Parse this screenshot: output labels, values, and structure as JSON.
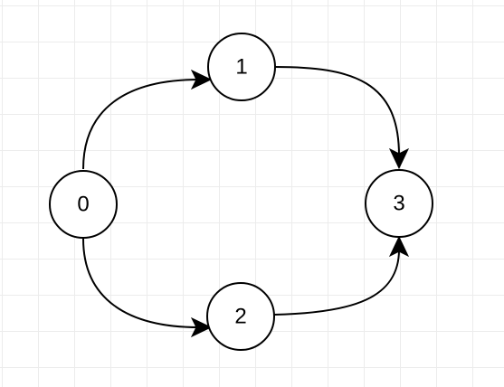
{
  "diagram": {
    "type": "directed-graph",
    "nodes": [
      {
        "id": "0",
        "label": "0"
      },
      {
        "id": "1",
        "label": "1"
      },
      {
        "id": "2",
        "label": "2"
      },
      {
        "id": "3",
        "label": "3"
      }
    ],
    "edges": [
      {
        "from": "0",
        "to": "1"
      },
      {
        "from": "0",
        "to": "2"
      },
      {
        "from": "1",
        "to": "3"
      },
      {
        "from": "2",
        "to": "3"
      }
    ],
    "colors": {
      "stroke": "#000000",
      "fill": "#ffffff",
      "grid": "#ececec"
    }
  }
}
